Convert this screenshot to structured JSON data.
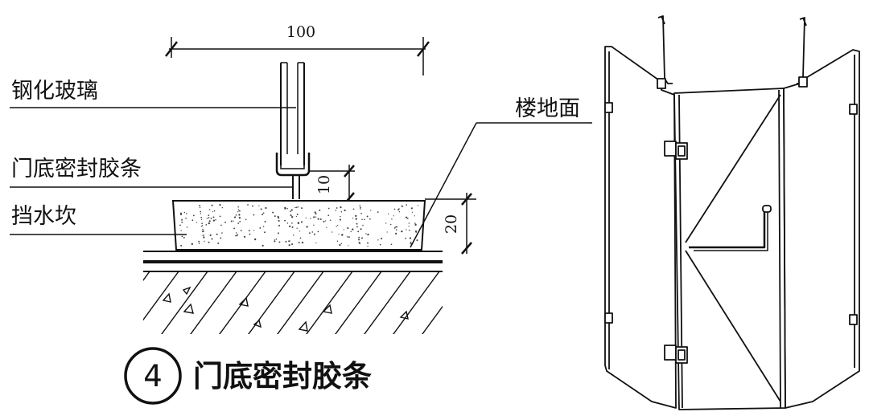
{
  "detail": {
    "labels": {
      "tempered_glass": "钢化玻璃",
      "door_seal_strip": "门底密封胶条",
      "water_stop_curb": "挡水坎",
      "floor_surface": "楼地面"
    },
    "dimensions": {
      "width": "100",
      "seal_height": "10",
      "curb_height": "20"
    },
    "caption": {
      "number": "4",
      "title": "门底密封胶条"
    }
  }
}
